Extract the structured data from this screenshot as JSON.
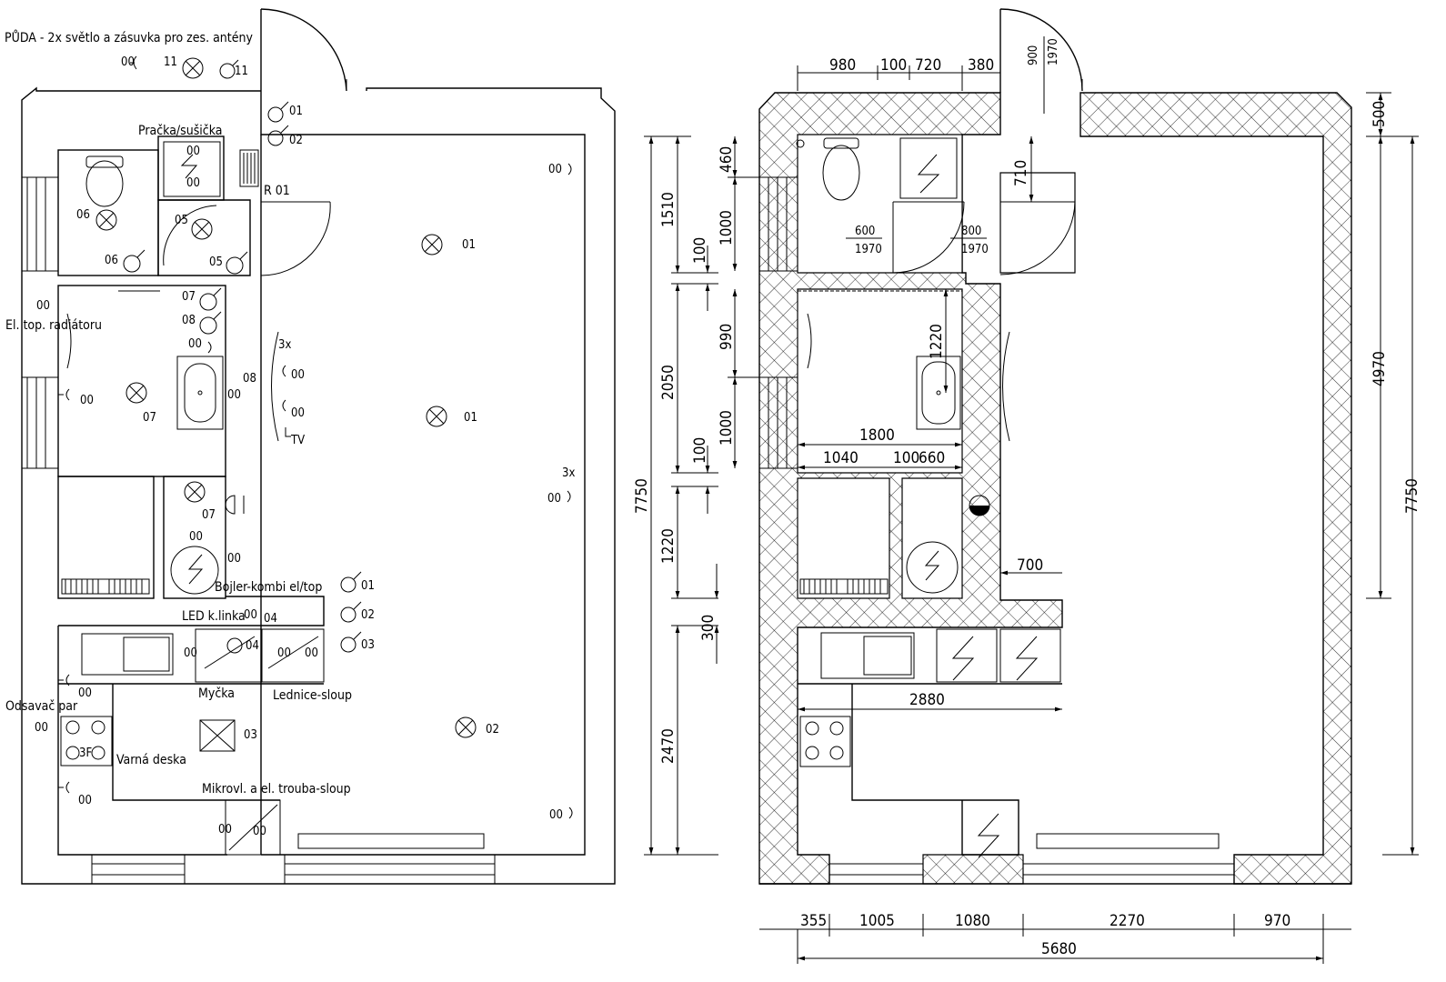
{
  "left_plan": {
    "attic_note": "PŮDA - 2x světlo a zásuvka pro zes. antény",
    "washer_dryer": "Pračka/sušička",
    "radiator_label": "El. top. radiátoru",
    "boiler_label": "Bojler-kombi el/top",
    "led_label": "LED k.linka",
    "dishwasher_label": "Myčka",
    "fridge_label": "Lednice-sloup",
    "hood_label": "Odsavač par",
    "hob_label": "Varná deska",
    "hob_code": "3F",
    "microwave_label": "Mikrovl. a el. trouba-sloup",
    "r01": "R 01",
    "tv": "TV",
    "three_x": "3x",
    "codes": {
      "c00": "00",
      "c01": "01",
      "c02": "02",
      "c03": "03",
      "c04": "04",
      "c05": "05",
      "c06": "06",
      "c07": "07",
      "c08": "08",
      "c11": "11"
    }
  },
  "right_plan": {
    "door_entry": [
      "900",
      "1970"
    ],
    "door_wc": [
      "600",
      "1970"
    ],
    "door_bath": [
      "800",
      "1970"
    ],
    "dims_top": [
      "980",
      "100",
      "720",
      "380"
    ],
    "dims_bottom": [
      "355",
      "1005",
      "1080",
      "2270",
      "970"
    ],
    "dim_total_width": "5680",
    "dims_left_outer": [
      "7750"
    ],
    "dims_left_mid": [
      "1510",
      "2050",
      "1220",
      "2470"
    ],
    "dims_left_inner": [
      "100",
      "100",
      "300"
    ],
    "dims_left_window": [
      "460",
      "1000",
      "990",
      "1000"
    ],
    "dims_right": [
      "500",
      "4970",
      "7750"
    ],
    "dim_710": "710",
    "dim_1220": "1220",
    "dim_1800": "1800",
    "dims_under_1800": [
      "1040",
      "100",
      "660"
    ],
    "dim_700": "700",
    "dim_2880": "2880"
  }
}
